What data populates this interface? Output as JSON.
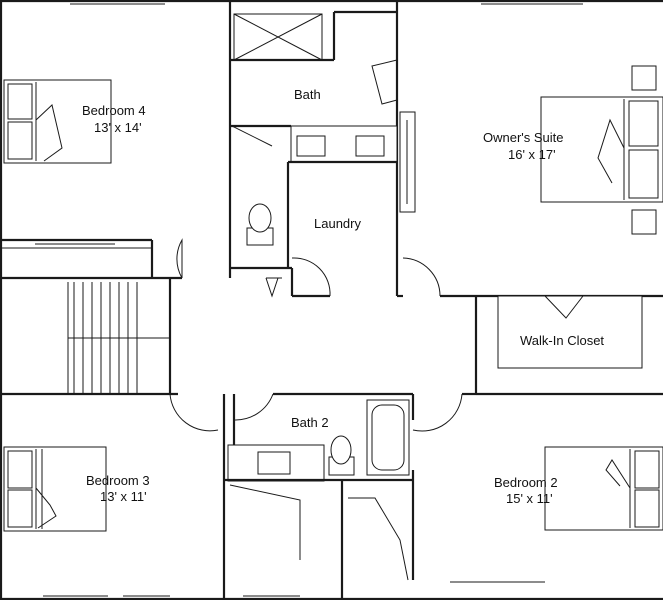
{
  "rooms": {
    "bedroom4": {
      "name": "Bedroom 4",
      "size": "13' x 14'"
    },
    "bath": {
      "name": "Bath"
    },
    "owners_suite": {
      "name": "Owner's Suite",
      "size": "16' x 17'"
    },
    "laundry": {
      "name": "Laundry"
    },
    "walk_in_closet": {
      "name": "Walk-In Closet"
    },
    "bath2": {
      "name": "Bath 2"
    },
    "bedroom3": {
      "name": "Bedroom 3",
      "size": "13' x 11'"
    },
    "bedroom2": {
      "name": "Bedroom 2",
      "size": "15' x 11'"
    }
  }
}
